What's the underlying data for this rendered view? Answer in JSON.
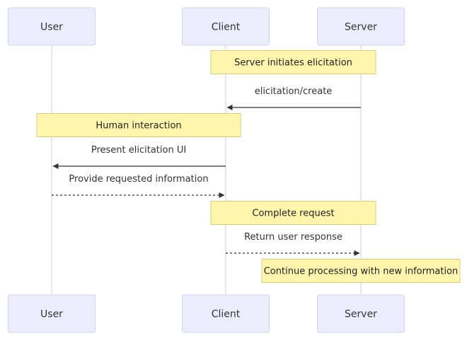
{
  "participants": [
    {
      "id": "user",
      "label": "User"
    },
    {
      "id": "client",
      "label": "Client"
    },
    {
      "id": "server",
      "label": "Server"
    }
  ],
  "steps": [
    {
      "kind": "note",
      "over": [
        "client",
        "server"
      ],
      "text": "Server initiates elicitation"
    },
    {
      "kind": "message",
      "from": "server",
      "to": "client",
      "text": "elicitation/create",
      "style": "solid"
    },
    {
      "kind": "note",
      "over": [
        "user",
        "client"
      ],
      "text": "Human interaction"
    },
    {
      "kind": "message",
      "from": "client",
      "to": "user",
      "text": "Present elicitation UI",
      "style": "solid"
    },
    {
      "kind": "message",
      "from": "user",
      "to": "client",
      "text": "Provide requested information",
      "style": "dashed"
    },
    {
      "kind": "note",
      "over": [
        "client",
        "server"
      ],
      "text": "Complete request"
    },
    {
      "kind": "message",
      "from": "client",
      "to": "server",
      "text": "Return user response",
      "style": "dashed"
    },
    {
      "kind": "note",
      "over": [
        "server"
      ],
      "text": "Continue processing with new information"
    }
  ]
}
